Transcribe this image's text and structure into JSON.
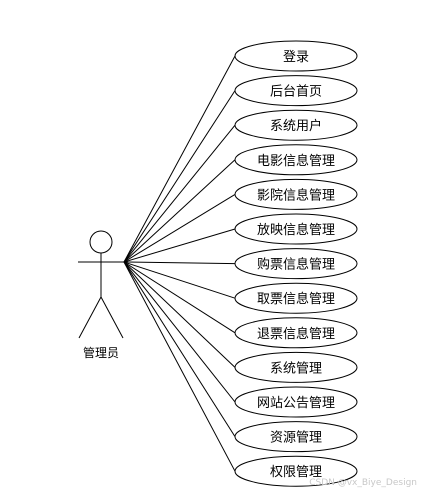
{
  "actor": {
    "name": "管理员",
    "icon": "stick-figure-actor-icon"
  },
  "use_cases": [
    {
      "label": "登录"
    },
    {
      "label": "后台首页"
    },
    {
      "label": "系统用户"
    },
    {
      "label": "电影信息管理"
    },
    {
      "label": "影院信息管理"
    },
    {
      "label": "放映信息管理"
    },
    {
      "label": "购票信息管理"
    },
    {
      "label": "取票信息管理"
    },
    {
      "label": "退票信息管理"
    },
    {
      "label": "系统管理"
    },
    {
      "label": "网站公告管理"
    },
    {
      "label": "资源管理"
    },
    {
      "label": "权限管理"
    }
  ],
  "watermark": "CSDN @vx_Biye_Design",
  "colors": {
    "stroke": "#000000",
    "background": "#ffffff",
    "watermark": "#c8c8c8"
  }
}
